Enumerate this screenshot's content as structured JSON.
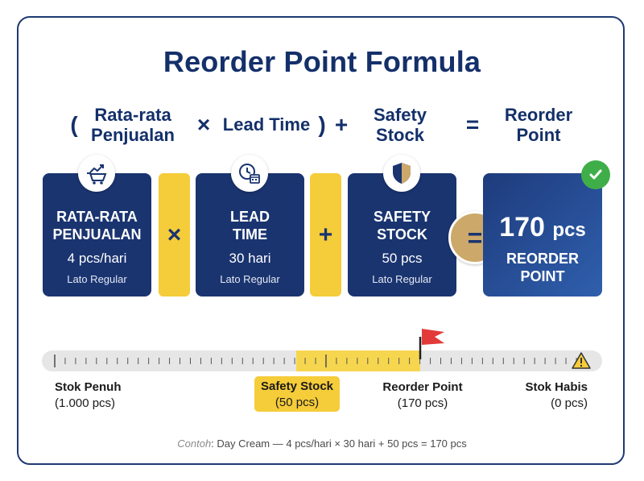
{
  "title": "Reorder Point Formula",
  "formula": {
    "open_paren": "(",
    "term1_line1": "Rata-rata",
    "term1_line2": "Penjualan",
    "times": "×",
    "term2": "Lead Time",
    "close_paren": ")",
    "plus": "+",
    "term3_line1": "Safety",
    "term3_line2": "Stock",
    "equals": "=",
    "result_line1": "Reorder",
    "result_line2": "Point"
  },
  "cards": [
    {
      "title_line1": "RATA-RATA",
      "title_line2": "PENJUALAN",
      "value": "4 pcs/hari",
      "note": "Lato Regular",
      "icon": "cart-chart-icon"
    },
    {
      "title_line1": "LEAD",
      "title_line2": "TIME",
      "value": "30 hari",
      "note": "Lato Regular",
      "icon": "clock-calendar-icon"
    },
    {
      "title_line1": "SAFETY",
      "title_line2": "STOCK",
      "value": "50 pcs",
      "note": "Lato Regular",
      "icon": "shield-icon"
    }
  ],
  "operators": {
    "times": "×",
    "plus": "+",
    "equals": "="
  },
  "result": {
    "number": "170",
    "unit": "pcs",
    "label_line1": "REORDER",
    "label_line2": "POINT",
    "icon": "check-icon"
  },
  "scale": {
    "labels": [
      {
        "name": "Stok Penuh",
        "value": "(1.000 pcs)"
      },
      {
        "name": "Safety Stock",
        "value": "(50 pcs)"
      },
      {
        "name": "Reorder Point",
        "value": "(170 pcs)"
      },
      {
        "name": "Stok Habis",
        "value": "(0 pcs)"
      }
    ],
    "flag_icon": "flag-icon",
    "warning_icon": "warning-icon"
  },
  "footnote": {
    "prefix": "Contoh",
    "text": ": Day Cream — 4 pcs/hari × 30 hari + 50 pcs = 170 pcs"
  },
  "colors": {
    "navy": "#1a3470",
    "yellow": "#f5cc3a",
    "gold": "#cca96a",
    "green": "#3fae49",
    "flag_red": "#e23a3a"
  }
}
